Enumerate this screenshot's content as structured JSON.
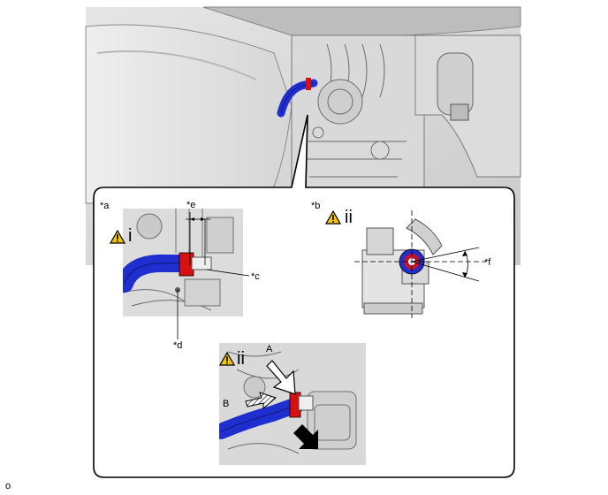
{
  "labels": {
    "a": "*a",
    "b": "*b",
    "c": "*c",
    "d": "*d",
    "e": "*e",
    "f": "*f",
    "A": "A",
    "B": "B"
  },
  "steps": {
    "i": "i",
    "ii_top": "ii",
    "ii_bottom": "ii"
  },
  "corner_mark": "o",
  "colors": {
    "hose": "#1f2fcf",
    "clamp": "#d81010",
    "warning": "#f3c400",
    "outline": "#000000"
  }
}
